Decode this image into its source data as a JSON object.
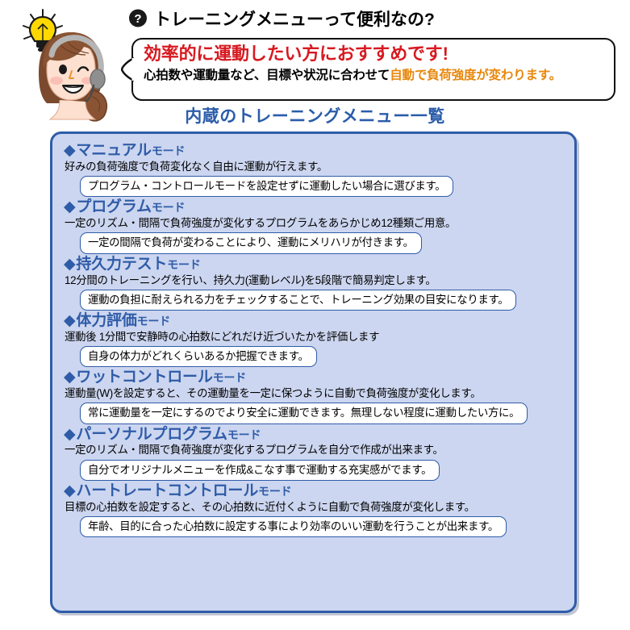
{
  "header": {
    "bulb_icon": "lightbulb-icon",
    "character": "operator-woman-illustration",
    "question_badge_icon": "question-mark-badge-icon",
    "question": "トレーニングメニューって便利なの?",
    "bubble": {
      "headline": "効率的に運動したい方におすすめです!",
      "sub_before": "心拍数や運動量など、目標や状況に合わせて",
      "sub_emphasis": "自動で負荷強度が変わります。"
    }
  },
  "section": {
    "title": "内蔵のトレーニングメニュー一覧"
  },
  "colors": {
    "accent_blue": "#2f5ca8",
    "panel_fill": "#ccd6f0",
    "headline_red": "#d71920",
    "emphasis_orange": "#e8870c",
    "bulb_yellow": "#ffd800"
  },
  "modes": [
    {
      "diamond": "◆",
      "name": "マニュアル",
      "suffix": "モード",
      "desc": "好みの負荷強度で負荷変化なく自由に運動が行えます。",
      "callout": "プログラム・コントロールモードを設定せずに運動したい場合に選びます。"
    },
    {
      "diamond": "◆",
      "name": "プログラム",
      "suffix": "モード",
      "desc": "一定のリズム・間隔で負荷強度が変化するプログラムをあらかじめ12種類ご用意。",
      "callout": "一定の間隔で負荷が変わることにより、運動にメリハリが付きます。"
    },
    {
      "diamond": "◆",
      "name": "持久力テスト",
      "suffix": "モード",
      "desc": "12分間のトレーニングを行い、持久力(運動レベル)を5段階で簡易判定します。",
      "callout": "運動の負担に耐えられる力をチェックすることで、トレーニング効果の目安になります。"
    },
    {
      "diamond": "◆",
      "name": "体力評価",
      "suffix": "モード",
      "desc": "運動後 1分間で安静時の心拍数にどれだけ近づいたかを評価します",
      "callout": "自身の体力がどれくらいあるか把握できます。"
    },
    {
      "diamond": "◆",
      "name": "ワットコントロール",
      "suffix": "モード",
      "desc": "運動量(W)を設定すると、その運動量を一定に保つように自動で負荷強度が変化します。",
      "callout": "常に運動量を一定にするのでより安全に運動できます。無理しない程度に運動したい方に。"
    },
    {
      "diamond": "◆",
      "name": "パーソナルプログラム",
      "suffix": "モード",
      "desc": "一定のリズム・間隔で負荷強度が変化するプログラムを自分で作成が出来ます。",
      "callout": "自分でオリジナルメニューを作成&こなす事で運動する充実感がでます。"
    },
    {
      "diamond": "◆",
      "name": "ハートレートコントロール",
      "suffix": "モード",
      "desc": "目標の心拍数を設定すると、その心拍数に近付くように自動で負荷強度が変化します。",
      "callout": "年齢、目的に合った心拍数に設定する事により効率のいい運動を行うことが出来ます。"
    }
  ]
}
